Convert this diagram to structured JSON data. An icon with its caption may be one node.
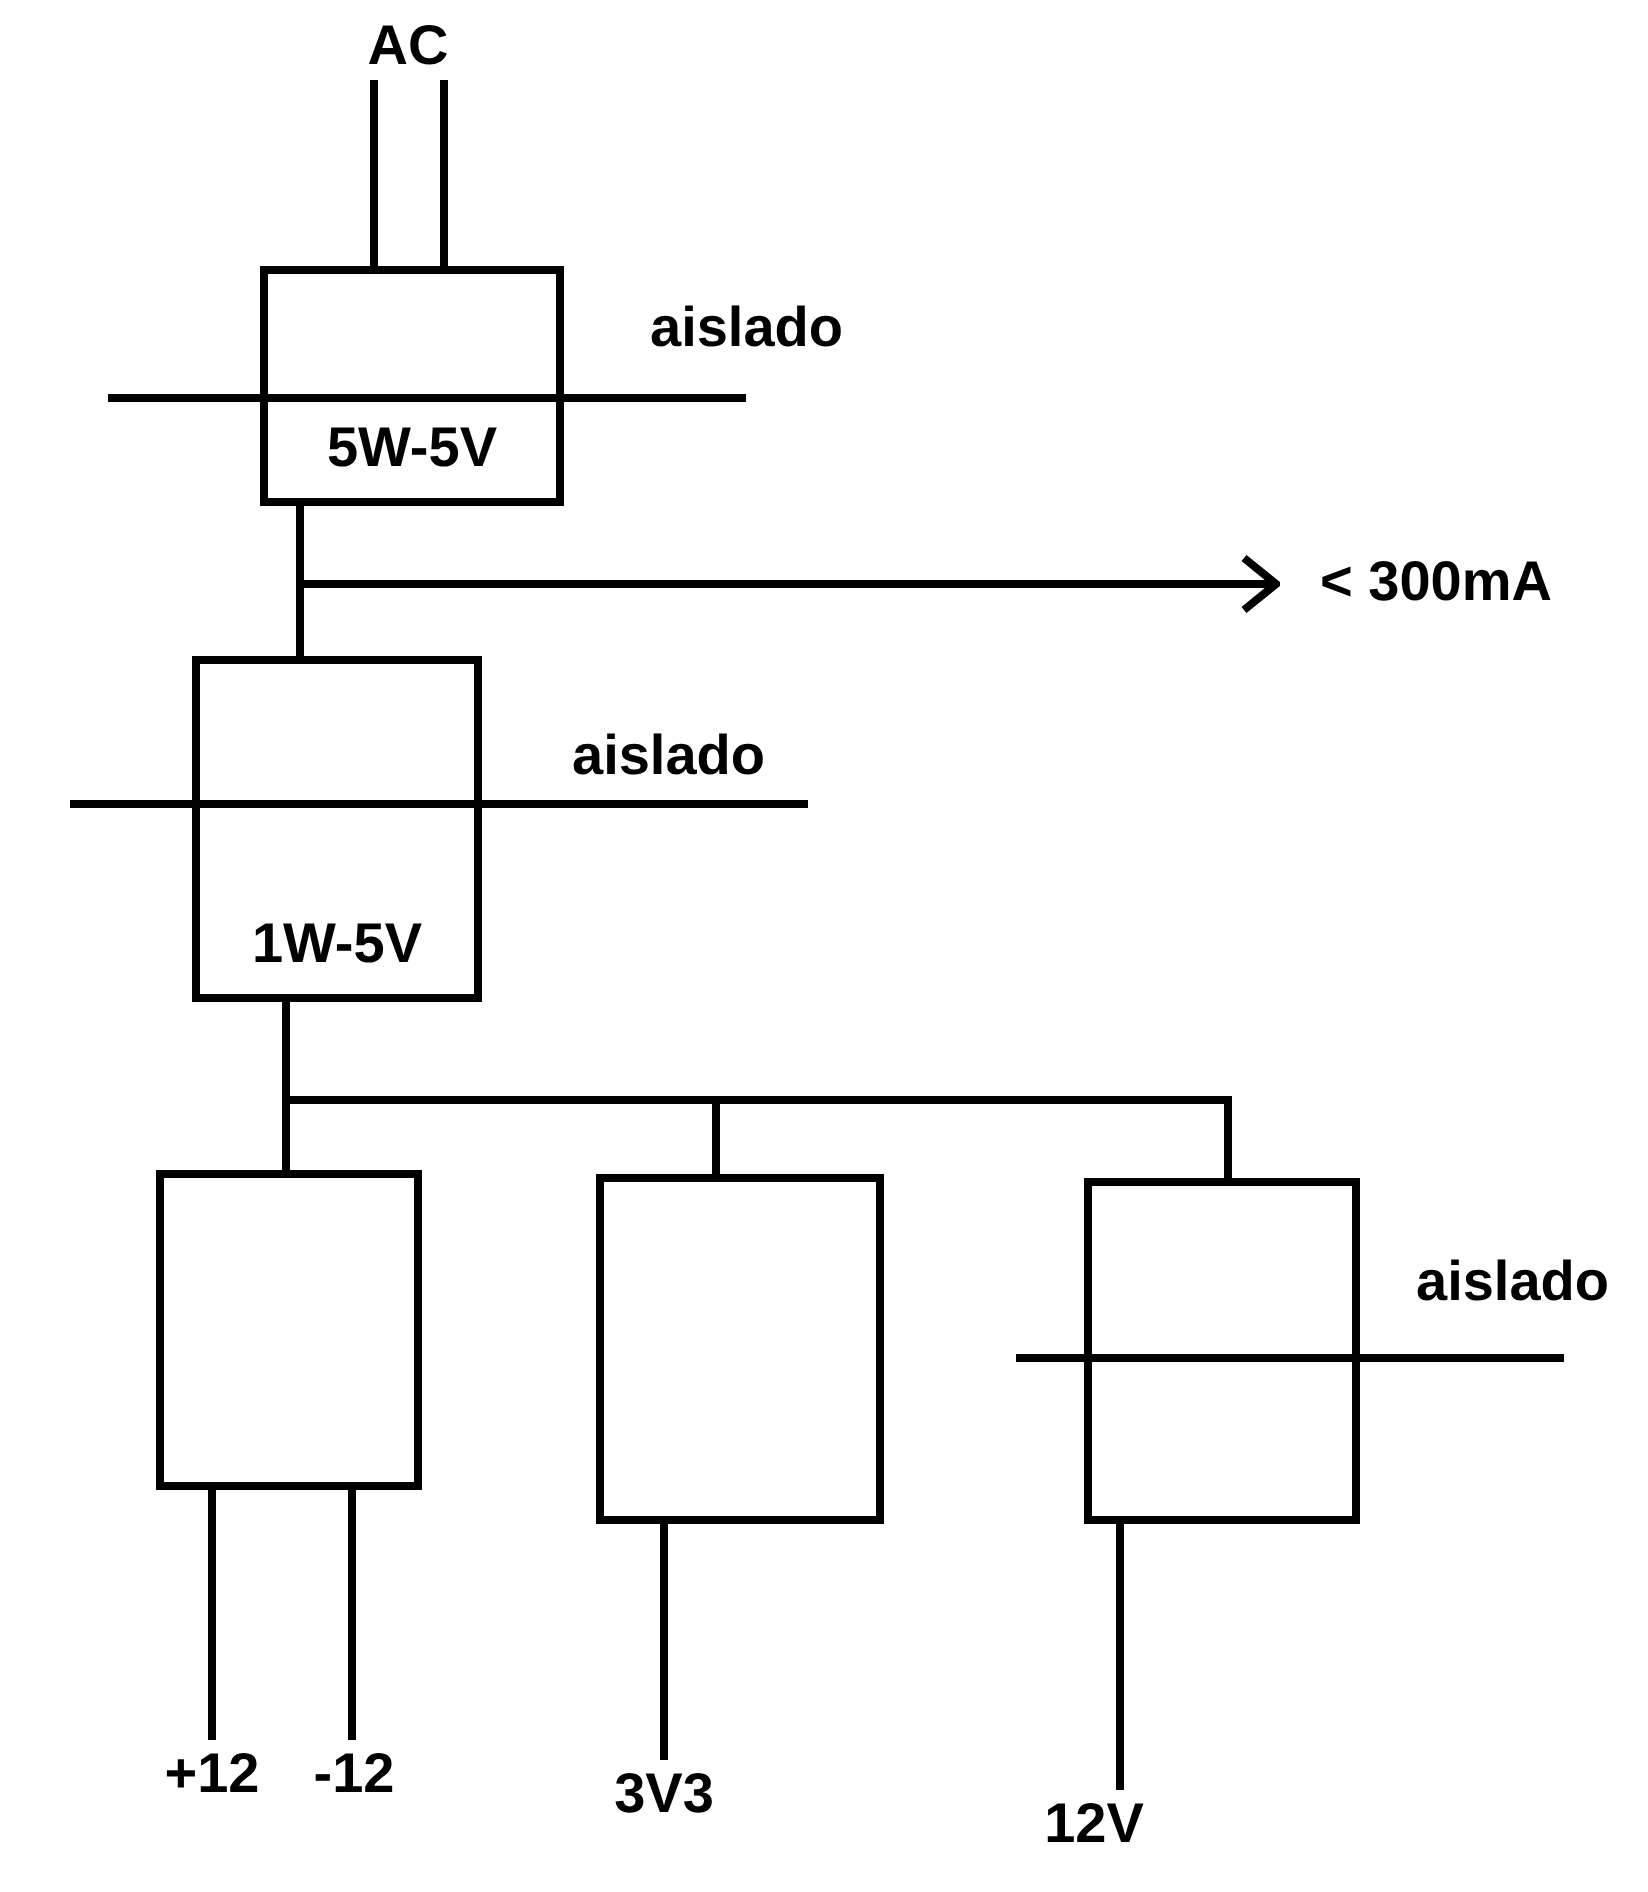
{
  "diagram": {
    "nodes": [
      {
        "text": [
          "AC"
        ]
      },
      {
        "text": [
          "5W-5V"
        ]
      },
      {
        "text": [
          "< 300mA"
        ]
      },
      {
        "text": [
          "1W-5V"
        ]
      },
      {
        "text": [],
        "shape": "box"
      },
      {
        "text": [],
        "shape": "box"
      },
      {
        "text": [],
        "shape": "box"
      },
      {
        "text": [
          "+12"
        ]
      },
      {
        "text": [
          "-12"
        ]
      },
      {
        "text": [
          "3V3"
        ]
      },
      {
        "text": [
          "12V"
        ]
      }
    ],
    "edges": [
      {
        "from": 0,
        "to": 1,
        "arrow": "none"
      },
      {
        "from": 0,
        "to": 1,
        "arrow": "none"
      },
      {
        "from": 1,
        "to": 3,
        "arrow": "none"
      },
      {
        "from": 1,
        "to": 2,
        "arrow": "to"
      },
      {
        "from": 3,
        "to": 4,
        "arrow": "none"
      },
      {
        "from": 3,
        "to": 5,
        "arrow": "none"
      },
      {
        "from": 3,
        "to": 6,
        "arrow": "none"
      },
      {
        "from": 4,
        "to": 7,
        "arrow": "none"
      },
      {
        "from": 4,
        "to": 8,
        "arrow": "none"
      },
      {
        "from": 5,
        "to": 9,
        "arrow": "none"
      },
      {
        "from": 6,
        "to": 10,
        "arrow": "none"
      }
    ],
    "labels": [
      "aislado",
      "aislado",
      "aislado"
    ]
  }
}
